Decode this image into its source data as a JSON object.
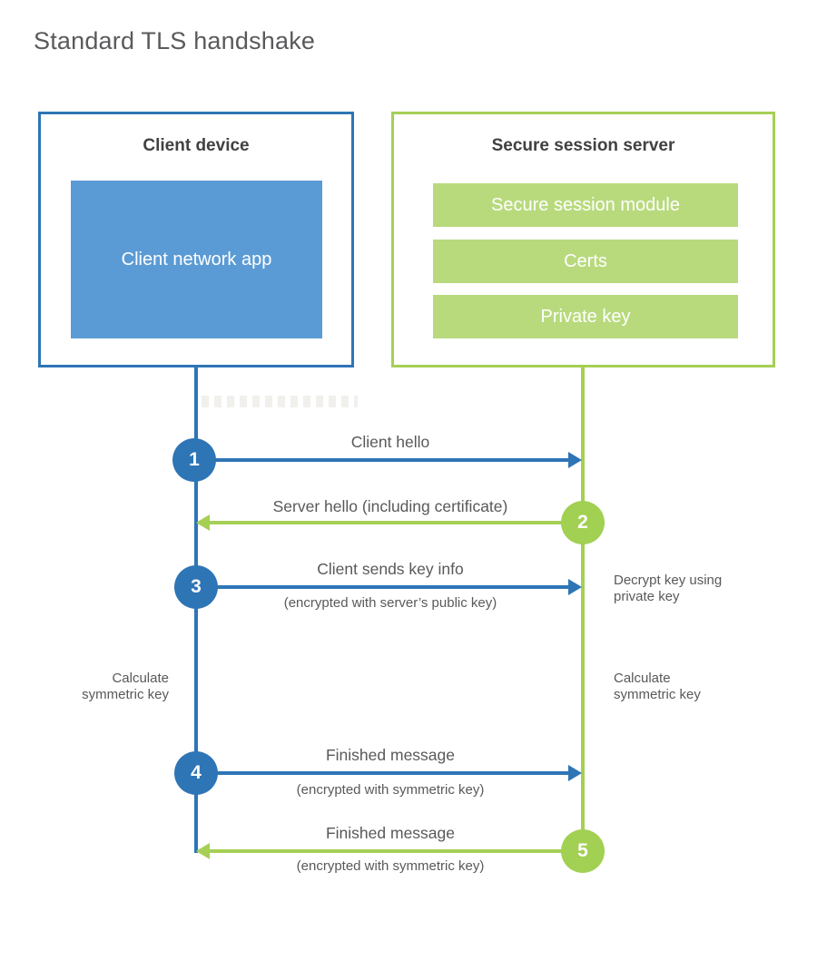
{
  "title": "Standard TLS handshake",
  "colors": {
    "blue_accent": "#2e75b6",
    "blue_fill": "#5b9bd5",
    "green_accent": "#a5cf55",
    "green_fill": "#b8da7d",
    "green_circle": "#a2d052",
    "text_gray": "#58595b"
  },
  "client": {
    "title": "Client device",
    "app_label": "Client network app"
  },
  "server": {
    "title": "Secure session server",
    "modules": [
      "Secure session module",
      "Certs",
      "Private key"
    ]
  },
  "steps": [
    {
      "num": "1",
      "label": "Client hello",
      "sublabel": "",
      "direction": "right",
      "from": "client"
    },
    {
      "num": "2",
      "label": "Server hello (including certificate)",
      "sublabel": "",
      "direction": "left",
      "from": "server"
    },
    {
      "num": "3",
      "label": "Client sends key info",
      "sublabel": "(encrypted with server’s public key)",
      "direction": "right",
      "from": "client"
    },
    {
      "num": "4",
      "label": "Finished message",
      "sublabel": "(encrypted with symmetric key)",
      "direction": "right",
      "from": "client"
    },
    {
      "num": "5",
      "label": "Finished message",
      "sublabel": "(encrypted with symmetric key)",
      "direction": "left",
      "from": "server"
    }
  ],
  "annotations": {
    "decrypt_note": "Decrypt key using private key",
    "calc_left": "Calculate symmetric key",
    "calc_right": "Calculate symmetric key"
  }
}
